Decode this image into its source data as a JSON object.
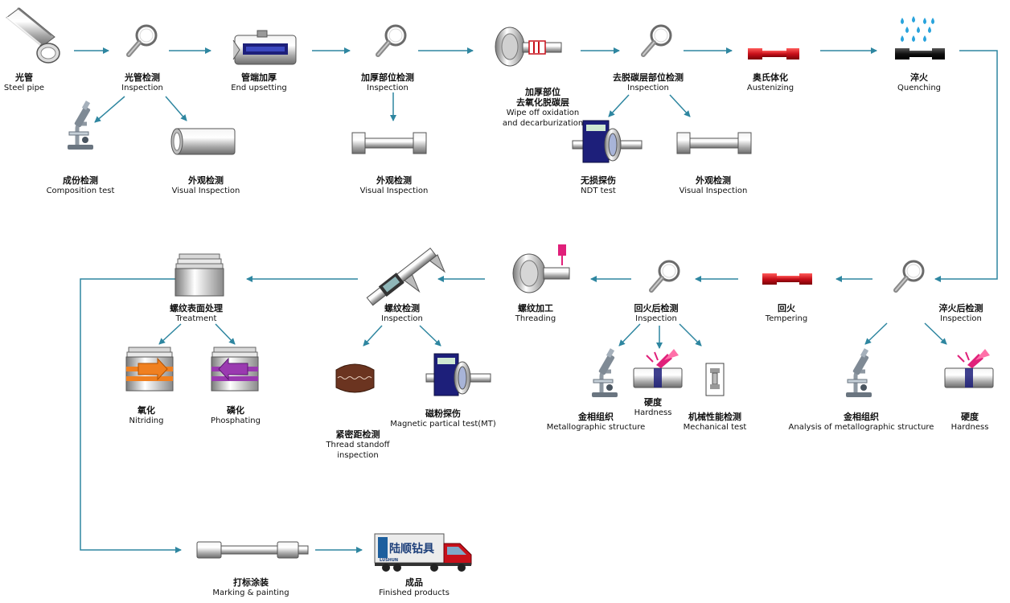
{
  "steps": {
    "steel_pipe": {
      "zh": "光管",
      "en": "Steel pipe"
    },
    "pipe_inspection": {
      "zh": "光管检测",
      "en": "Inspection"
    },
    "composition_test": {
      "zh": "成份检测",
      "en": "Composition test"
    },
    "visual_1": {
      "zh": "外观检测",
      "en": "Visual Inspection"
    },
    "end_upsetting": {
      "zh": "管端加厚",
      "en": "End upsetting"
    },
    "upset_inspection": {
      "zh": "加厚部位检测",
      "en": "Inspection"
    },
    "visual_2": {
      "zh": "外观检测",
      "en": "Visual Inspection"
    },
    "wipe_oxidation": {
      "zh": "加厚部位\n去氧化脱碳层",
      "en": "Wipe off oxidation\nand decarburization"
    },
    "decarb_inspection": {
      "zh": "去脱碳层部位检测",
      "en": "Inspection"
    },
    "ndt_test": {
      "zh": "无损探伤",
      "en": "NDT test"
    },
    "visual_3": {
      "zh": "外观检测",
      "en": "Visual Inspection"
    },
    "austenizing": {
      "zh": "奥氏体化",
      "en": "Austenizing"
    },
    "quenching": {
      "zh": "淬火",
      "en": "Quenching"
    },
    "quench_inspection": {
      "zh": "淬火后检测",
      "en": "Inspection"
    },
    "metallo_1": {
      "zh": "金相组织",
      "en": "Analysis of metallographic structure"
    },
    "hardness_1": {
      "zh": "硬度",
      "en": "Hardness"
    },
    "tempering": {
      "zh": "回火",
      "en": "Tempering"
    },
    "temper_inspection": {
      "zh": "回火后检测",
      "en": "Inspection"
    },
    "metallo_2": {
      "zh": "金相组织",
      "en": "Metallographic structure"
    },
    "hardness_2": {
      "zh": "硬度",
      "en": "Hardness"
    },
    "mechanical": {
      "zh": "机械性能检测",
      "en": "Mechanical test"
    },
    "threading": {
      "zh": "螺纹加工",
      "en": "Threading"
    },
    "thread_inspection": {
      "zh": "螺纹检测",
      "en": "Inspection"
    },
    "thread_standoff": {
      "zh": "紧密距检测",
      "en": "Thread standoff\ninspection"
    },
    "magnetic_test": {
      "zh": "磁粉探伤",
      "en": "Magnetic partical test(MT)"
    },
    "surface_treatment": {
      "zh": "螺纹表面处理",
      "en": "Treatment"
    },
    "nitriding": {
      "zh": "氧化",
      "en": "Nitriding"
    },
    "phosphating": {
      "zh": "磷化",
      "en": "Phosphating"
    },
    "marking": {
      "zh": "打标涂装",
      "en": "Marking & painting"
    },
    "finished": {
      "zh": "成品",
      "en": "Finished products"
    }
  },
  "truck": {
    "brand": "陆顺钻具",
    "sub": "LUSHUN"
  },
  "colors": {
    "arrow": "#2e86a0",
    "heat_red": "#c8101a",
    "water": "#29a3dc",
    "treatment_orange": "#f08020",
    "treatment_purple": "#9a3ab0",
    "laser_pink": "#e0207a",
    "ndt_blue": "#1d1f7a"
  }
}
